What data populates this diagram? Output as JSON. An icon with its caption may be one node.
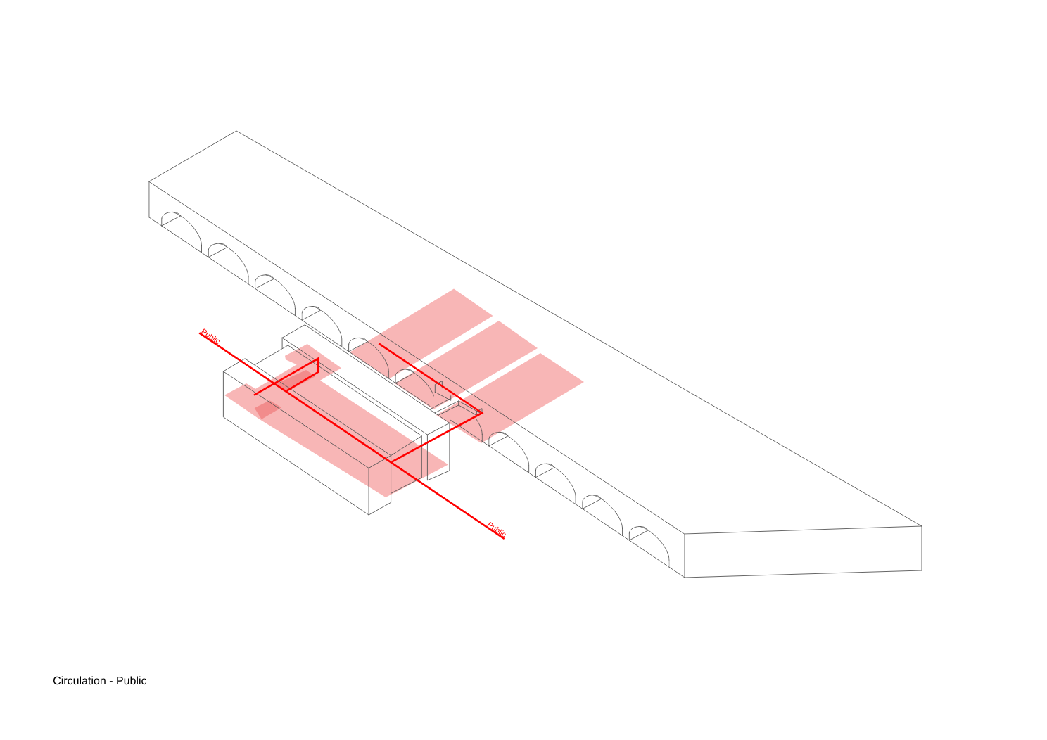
{
  "diagram": {
    "caption": "Circulation - Public",
    "labels": [
      "Public",
      "Public"
    ]
  }
}
